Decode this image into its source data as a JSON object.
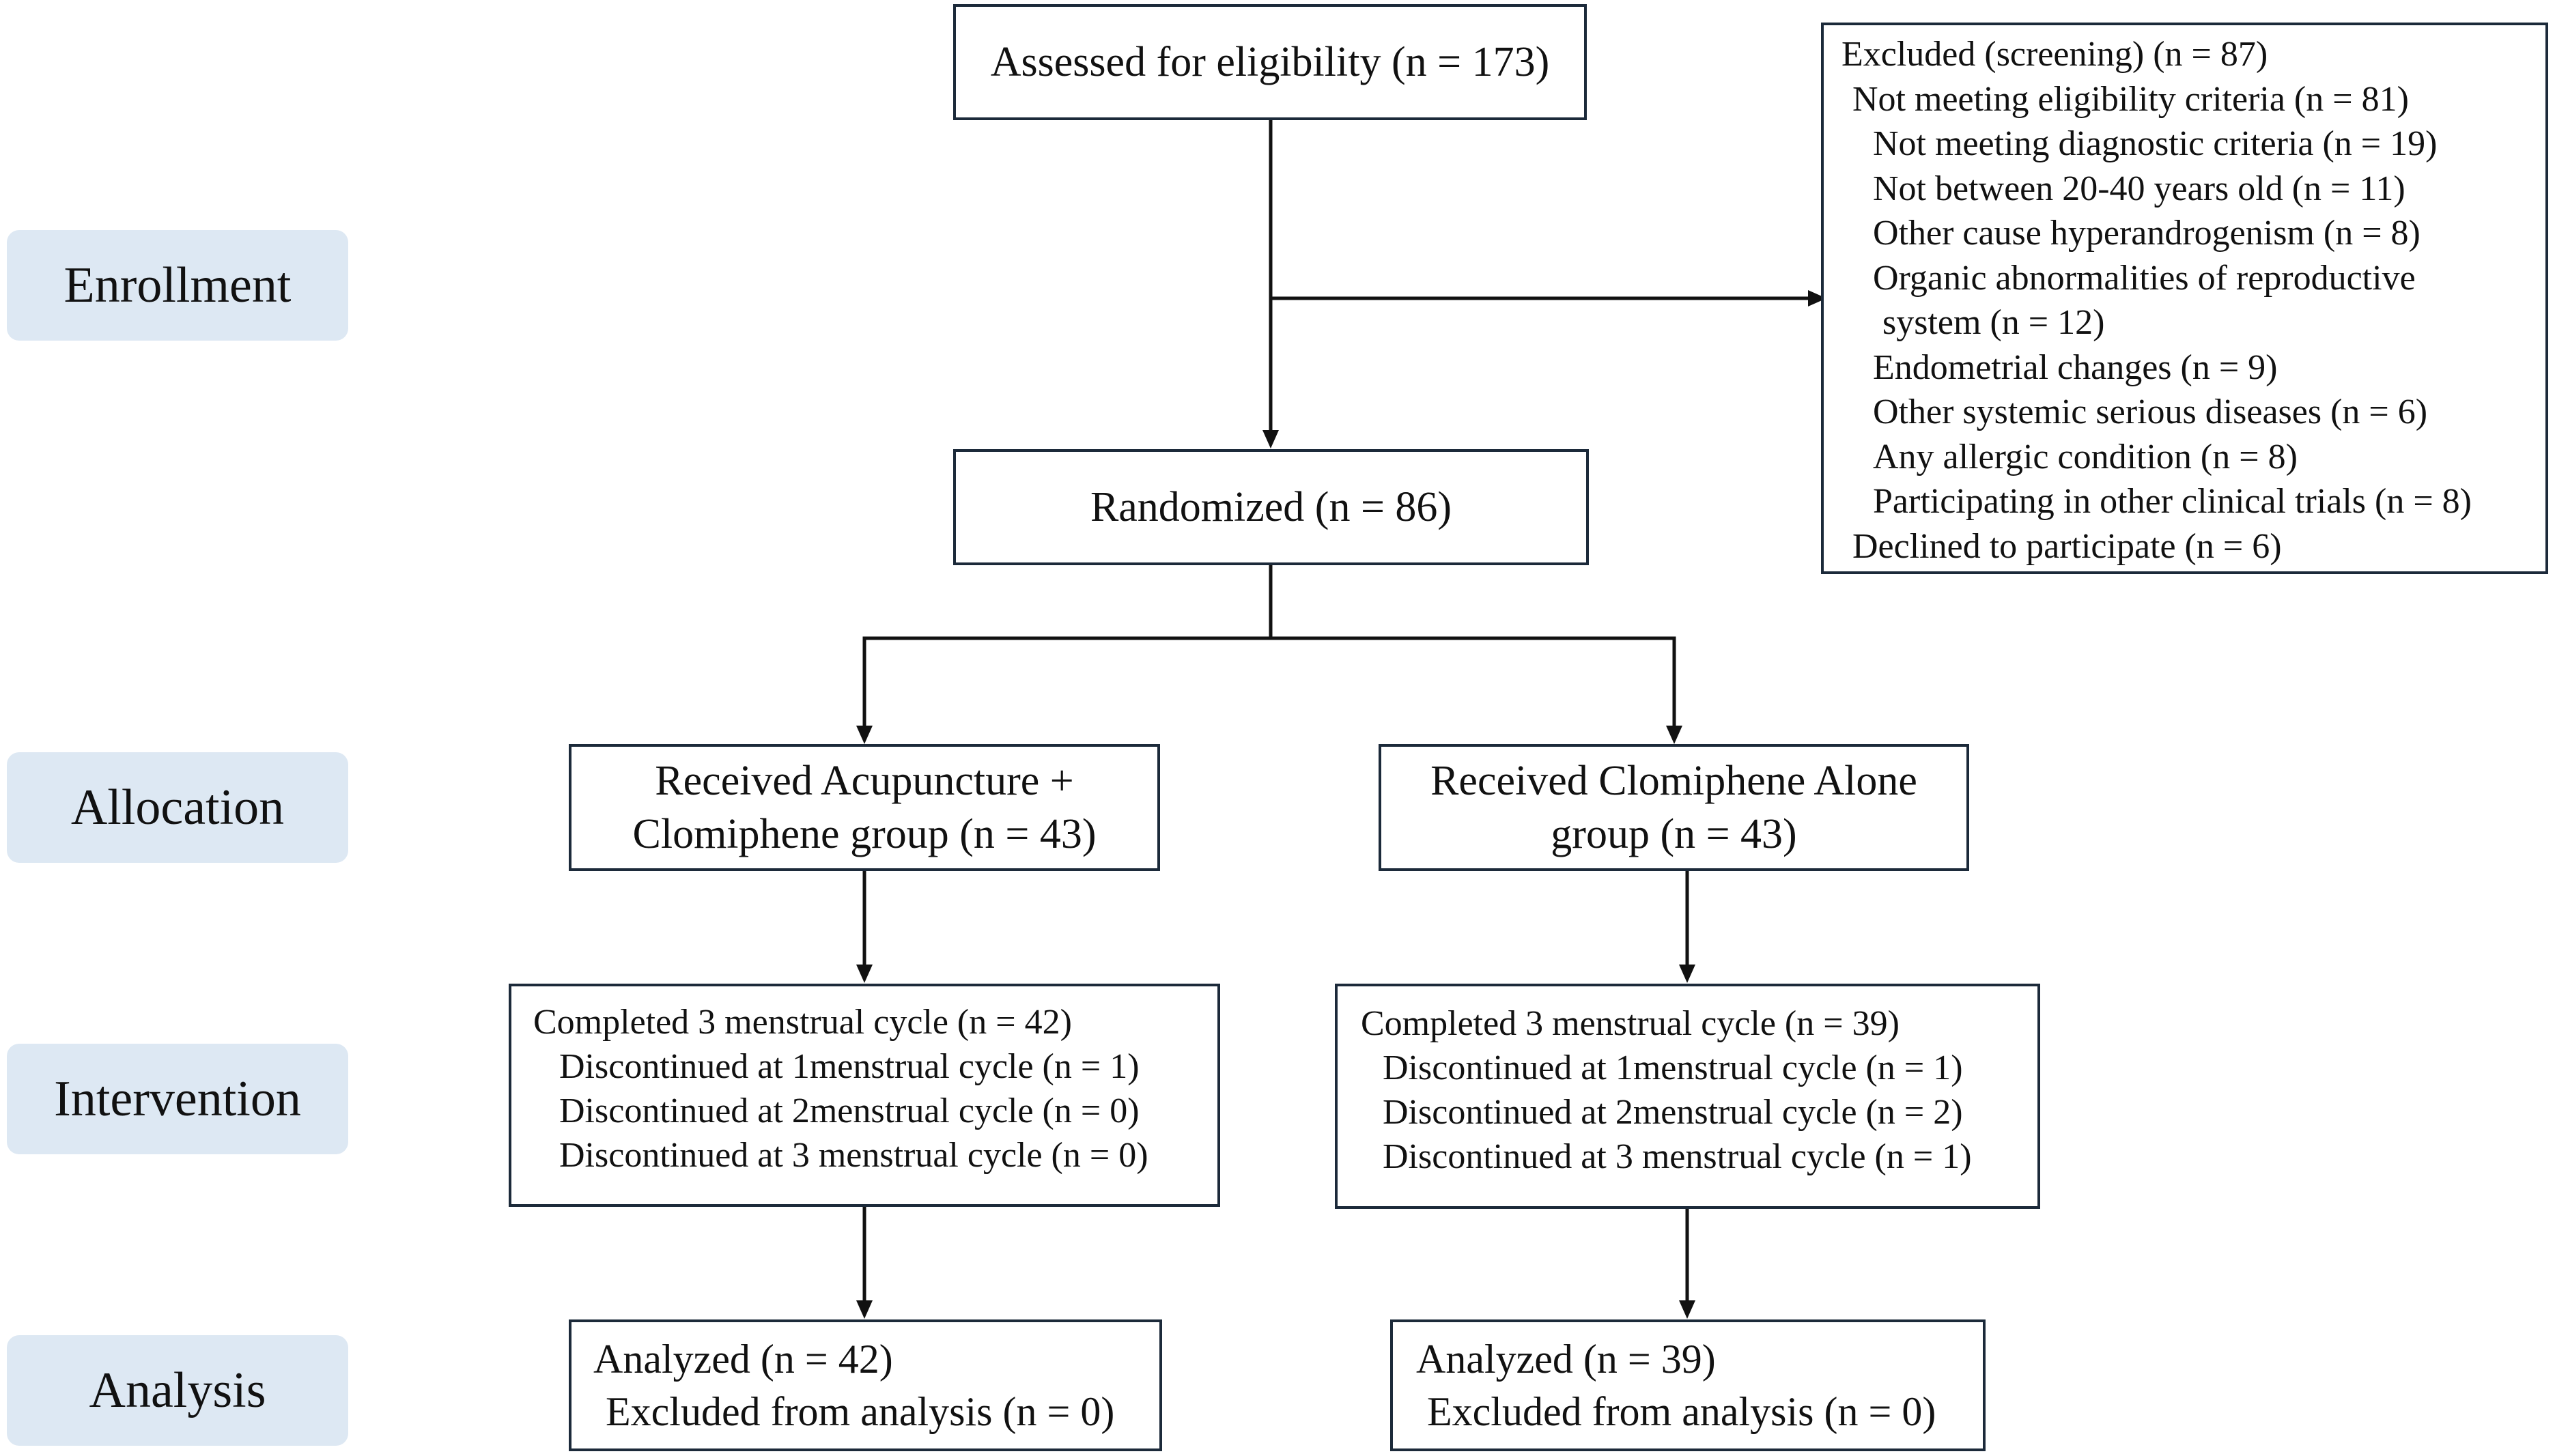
{
  "phases": {
    "enrollment": "Enrollment",
    "allocation": "Allocation",
    "intervention": "Intervention",
    "analysis": "Analysis"
  },
  "assessed": "Assessed for eligibility (n = 173)",
  "excluded": {
    "lines": [
      "Excluded (screening) (n = 87)",
      "Not meeting eligibility criteria (n = 81)",
      "Not meeting diagnostic criteria (n = 19)",
      "Not between 20-40 years old (n = 11)",
      "Other cause hyperandrogenism (n = 8)",
      "Organic abnormalities of reproductive",
      "system (n = 12)",
      "Endometrial changes (n = 9)",
      "Other systemic serious diseases (n = 6)",
      "Any allergic condition (n = 8)",
      "Participating in other clinical trials (n = 8)",
      "Declined to participate (n = 6)"
    ]
  },
  "randomized": "Randomized (n = 86)",
  "allocation": {
    "left": {
      "line1": "Received Acupuncture +",
      "line2": "Clomiphene group (n = 43)"
    },
    "right": {
      "line1": "Received Clomiphene Alone",
      "line2": "group (n = 43)"
    }
  },
  "intervention": {
    "left": {
      "completed": "Completed 3 menstrual cycle (n = 42)",
      "d1": "Discontinued at 1menstrual cycle (n = 1)",
      "d2": "Discontinued at 2menstrual cycle (n = 0)",
      "d3": "Discontinued at 3 menstrual cycle (n = 0)"
    },
    "right": {
      "completed": "Completed 3 menstrual cycle (n = 39)",
      "d1": "Discontinued at 1menstrual cycle (n = 1)",
      "d2": "Discontinued at 2menstrual cycle (n = 2)",
      "d3": "Discontinued at 3 menstrual cycle (n = 1)"
    }
  },
  "analysis": {
    "left": {
      "analyzed": "Analyzed (n = 42)",
      "excluded": "Excluded from analysis (n = 0)"
    },
    "right": {
      "analyzed": "Analyzed (n = 39)",
      "excluded": "Excluded from analysis (n = 0)"
    }
  },
  "colors": {
    "phase_bg": "#dde8f3",
    "line": "#111111",
    "box_border": "#1c2a3a"
  }
}
